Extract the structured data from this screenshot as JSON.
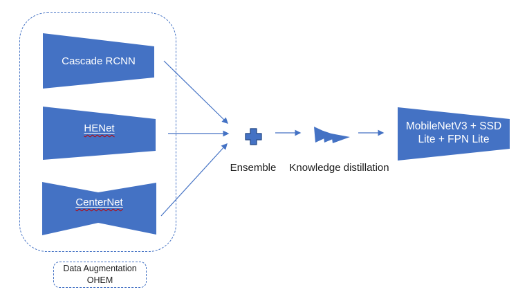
{
  "diagram": {
    "teacher_models": [
      {
        "label": "Cascade RCNN",
        "spellcheck_underline": false
      },
      {
        "label": "HENet",
        "spellcheck_underline": true
      },
      {
        "label": "CenterNet",
        "spellcheck_underline": true
      }
    ],
    "training_box": {
      "label": "Data Augmentation\nOHEM"
    },
    "steps": {
      "ensemble": "Ensemble",
      "knowledge_distillation": "Knowledge distillation"
    },
    "student_model": {
      "label": "MobileNetV3 + SSD Lite + FPN Lite"
    },
    "icons": {
      "ensemble": "plus-icon",
      "knowledge_distillation": "shrinking-triangles-icon"
    },
    "colors": {
      "shape_fill": "#4472C4",
      "plus_border": "#2F528F",
      "arrow": "#4472C4",
      "dashed_border": "#4472C4",
      "spellcheck_underline": "#C00000",
      "shape_text": "#FFFFFF",
      "label_text": "#1A1A1A"
    }
  }
}
